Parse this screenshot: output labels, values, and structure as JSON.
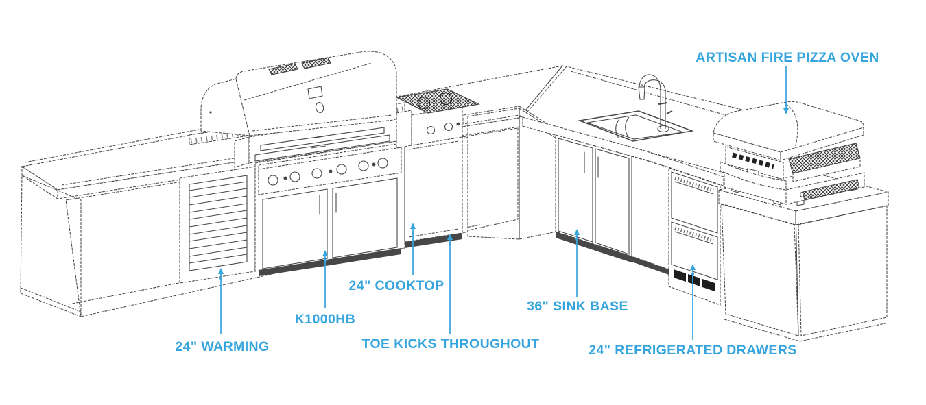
{
  "diagram": {
    "subject": "L-shaped outdoor kitchen island line drawing with stacked stone base",
    "background": "#ffffff",
    "line_color": "#474747",
    "label_color": "#36a5dd",
    "components": [
      "warming-drawer",
      "grill-k1000hb",
      "side-cooktop",
      "toe-kicks",
      "sink-base-cabinet",
      "sink-with-faucet",
      "refrigerated-drawers",
      "stone-pedestal",
      "pizza-oven"
    ]
  },
  "annotations": {
    "pizza_oven": {
      "label": "ARTISAN FIRE PIZZA OVEN"
    },
    "warming": {
      "label": "24\" WARMING"
    },
    "grill": {
      "label": "K1000HB"
    },
    "cooktop": {
      "label": "24\" COOKTOP"
    },
    "toe_kicks": {
      "label": "TOE KICKS THROUGHOUT"
    },
    "sink_base": {
      "label": "36\" SINK BASE"
    },
    "refrigerated_drawers": {
      "label": "24\" REFRIGERATED DRAWERS"
    }
  }
}
